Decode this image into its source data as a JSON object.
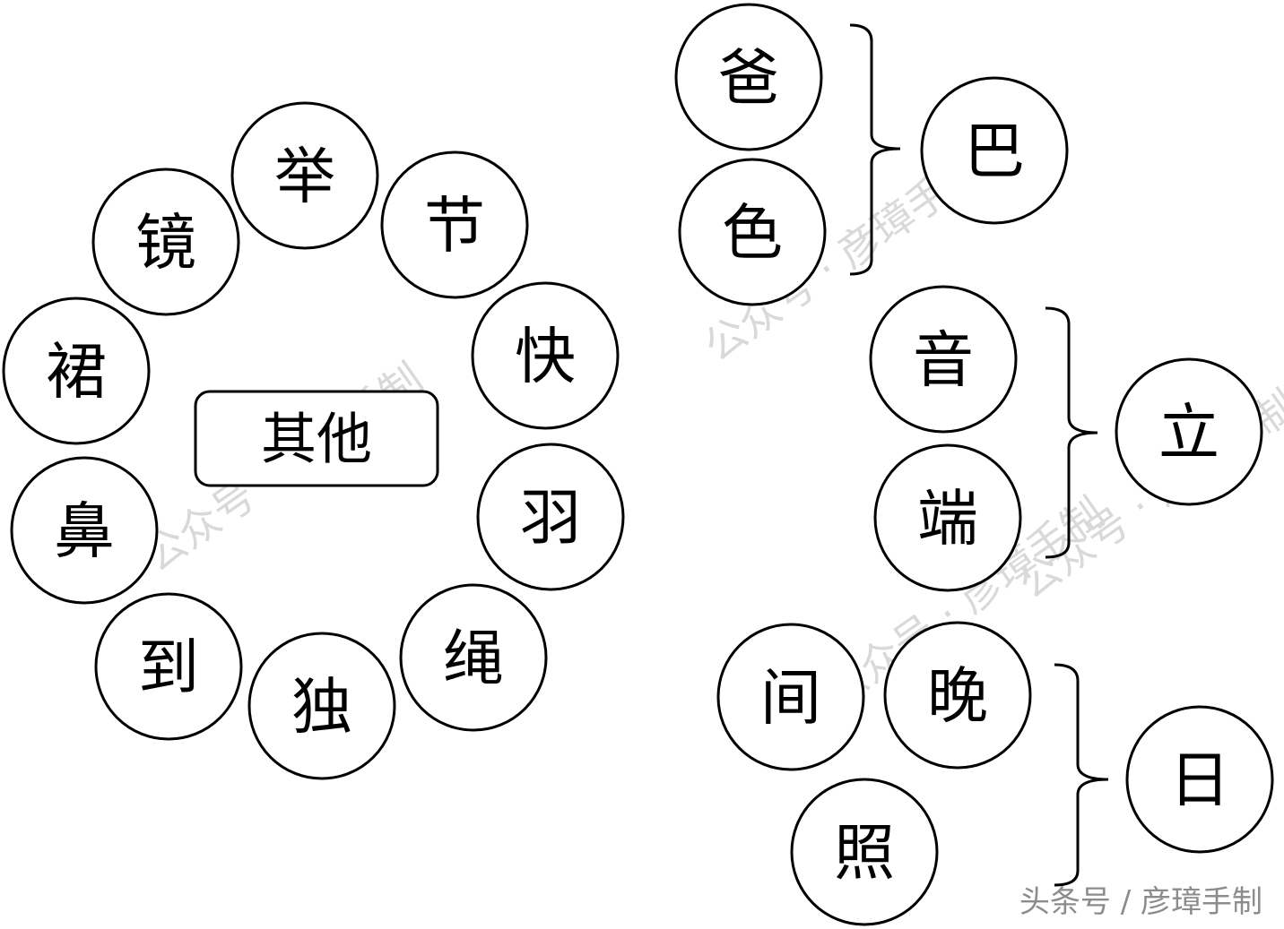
{
  "colors": {
    "stroke": "#000000",
    "ink": "#000000",
    "watermark": "#d9d9d9",
    "credit": "#8c8c8c",
    "background": "#ffffff"
  },
  "center_label": "其他",
  "ring": [
    "举",
    "节",
    "快",
    "羽",
    "绳",
    "独",
    "到",
    "鼻",
    "裙",
    "镜"
  ],
  "groups": [
    {
      "root": "巴",
      "members": [
        "爸",
        "色"
      ]
    },
    {
      "root": "立",
      "members": [
        "音",
        "端"
      ]
    },
    {
      "root": "日",
      "members": [
        "间",
        "晚",
        "照"
      ]
    }
  ],
  "watermarks": [
    "公众号 · 彦璋手制",
    "公众号 · 彦璋手制",
    "公众号 · 彦璋手制",
    "公众号 · 彦璋手制"
  ],
  "credit": "头条号 / 彦璋手制"
}
